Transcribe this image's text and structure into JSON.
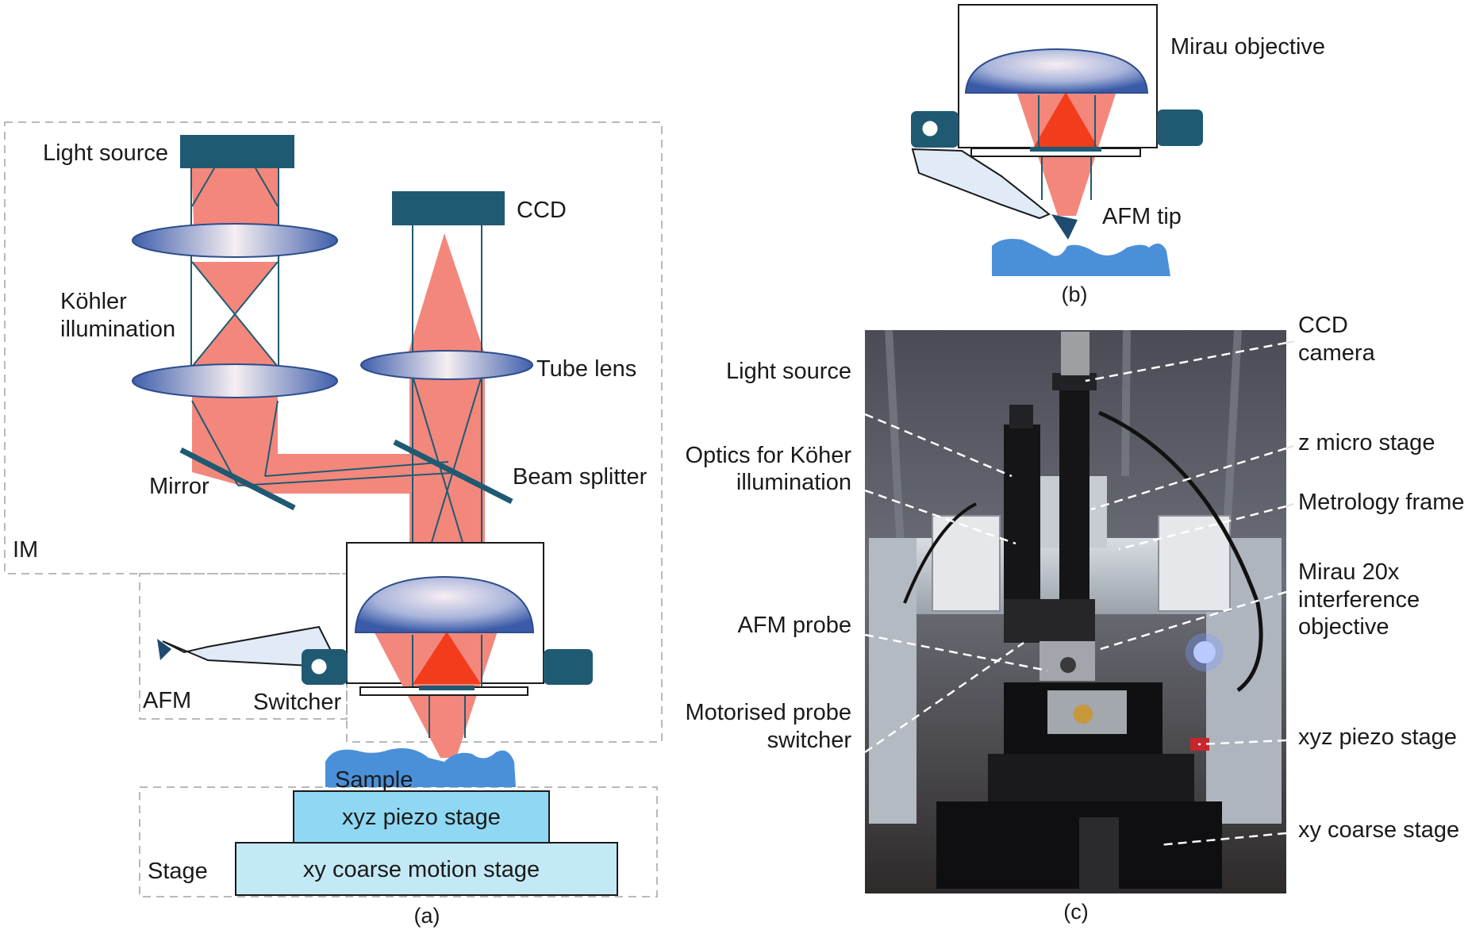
{
  "panel_a": {
    "caption": "(a)",
    "labels": {
      "light_source": "Light source",
      "ccd": "CCD",
      "kohler_line1": "Köhler",
      "kohler_line2": "illumination",
      "tube_lens": "Tube lens",
      "mirror": "Mirror",
      "beam_splitter": "Beam splitter",
      "im": "IM",
      "afm": "AFM",
      "switcher": "Switcher",
      "sample": "Sample",
      "xyz_piezo_stage": "xyz piezo stage",
      "xy_coarse_motion_stage": "xy coarse motion stage",
      "stage": "Stage"
    }
  },
  "panel_b": {
    "caption": "(b)",
    "labels": {
      "mirau_objective": "Mirau objective",
      "afm_tip": "AFM tip"
    }
  },
  "panel_c": {
    "caption": "(c)",
    "left_labels": {
      "light_source": "Light source",
      "optics_line1": "Optics for Köher",
      "optics_line2": "illumination",
      "afm_probe": "AFM probe",
      "switcher_line1": "Motorised probe",
      "switcher_line2": "switcher"
    },
    "right_labels": {
      "ccd_line1": "CCD",
      "ccd_line2": "camera",
      "z_micro_stage": "z micro stage",
      "metrology_frame": "Metrology frame",
      "mirau_line1": "Mirau 20x",
      "mirau_line2": "interference",
      "mirau_line3": "objective",
      "xyz_piezo_stage": "xyz piezo stage",
      "xy_coarse_stage": "xy coarse stage"
    }
  },
  "colors": {
    "beam": "#f3877c",
    "beam_focus": "#f23d1c",
    "component_dark": "#1f5a72",
    "sample": "#4a90d9",
    "stage_piezo": "#8fd8f3",
    "stage_coarse": "#c4e9f6",
    "dashed_box": "#b9b9b9"
  }
}
